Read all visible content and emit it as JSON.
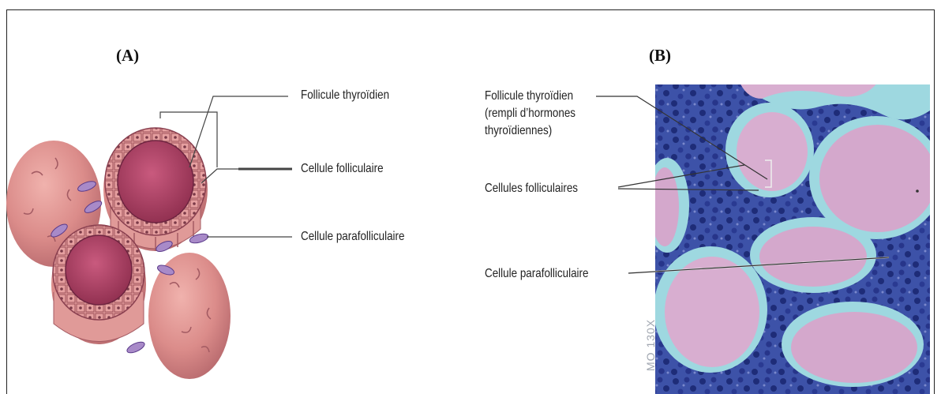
{
  "panels": {
    "a": {
      "label": "(A)",
      "labels": {
        "follicle": "Follicule thyroïdien",
        "follicular_cell": "Cellule folliculaire",
        "parafollicular_cell": "Cellule parafolliculaire"
      }
    },
    "b": {
      "label": "(B)",
      "labels": {
        "follicle_line1": "Follicule thyroïdien",
        "follicle_line2": "(rempli d’hormones",
        "follicle_line3": "thyroïdiennes)",
        "follicular_cells": "Cellules folliculaires",
        "parafollicular_cell": "Cellule parafolliculaire"
      },
      "magnification": "MO 130X"
    }
  },
  "colors": {
    "follicle_outer": "#d98a88",
    "follicle_dark": "#b05a62",
    "colloid": "#9c3a5a",
    "parafollicular_cell": "#a88ac8",
    "micrograph_background": "#3a4fa8",
    "micrograph_colloid": "#d8aed0",
    "micrograph_space": "#9ed8e0"
  }
}
